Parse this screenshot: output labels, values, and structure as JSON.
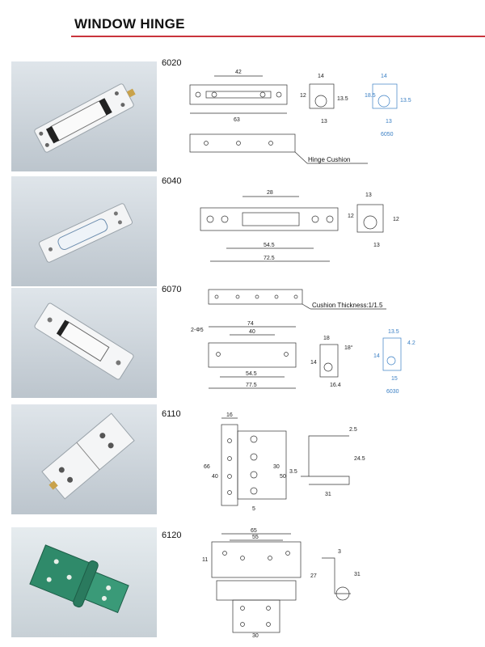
{
  "page": {
    "title": "WINDOW HINGE"
  },
  "products": [
    {
      "code": "6020",
      "dims": {
        "a": "42",
        "b": "63",
        "c": "14",
        "d": "12",
        "e": "13",
        "f": "13.5",
        "g": "6050",
        "h": "14",
        "i": "18.5",
        "j": "13.5",
        "k": "13"
      },
      "note": "Hinge Cushion"
    },
    {
      "code": "6040",
      "dims": {
        "a": "28",
        "b": "54.5",
        "c": "72.5",
        "d": "13",
        "e": "12",
        "f": "12",
        "g": "13"
      }
    },
    {
      "code": "6070",
      "dims": {
        "a": "74",
        "b": "40",
        "c": "2-Φ5",
        "d": "54.5",
        "e": "77.5",
        "f": "18",
        "g": "14",
        "h": "16.4",
        "i": "18°",
        "j": "13.5",
        "k": "4.2",
        "l": "15",
        "m": "6030",
        "n": "14"
      },
      "note": "Cushion Thickness:1/1.5"
    },
    {
      "code": "6110",
      "dims": {
        "a": "16",
        "b": "66",
        "c": "40",
        "d": "30",
        "e": "50",
        "f": "5",
        "g": "2.5",
        "h": "24.5",
        "i": "31",
        "j": "3.5"
      }
    },
    {
      "code": "6120",
      "dims": {
        "a": "65",
        "b": "55",
        "c": "11",
        "d": "27",
        "e": "31",
        "f": "30",
        "g": "3"
      }
    }
  ]
}
